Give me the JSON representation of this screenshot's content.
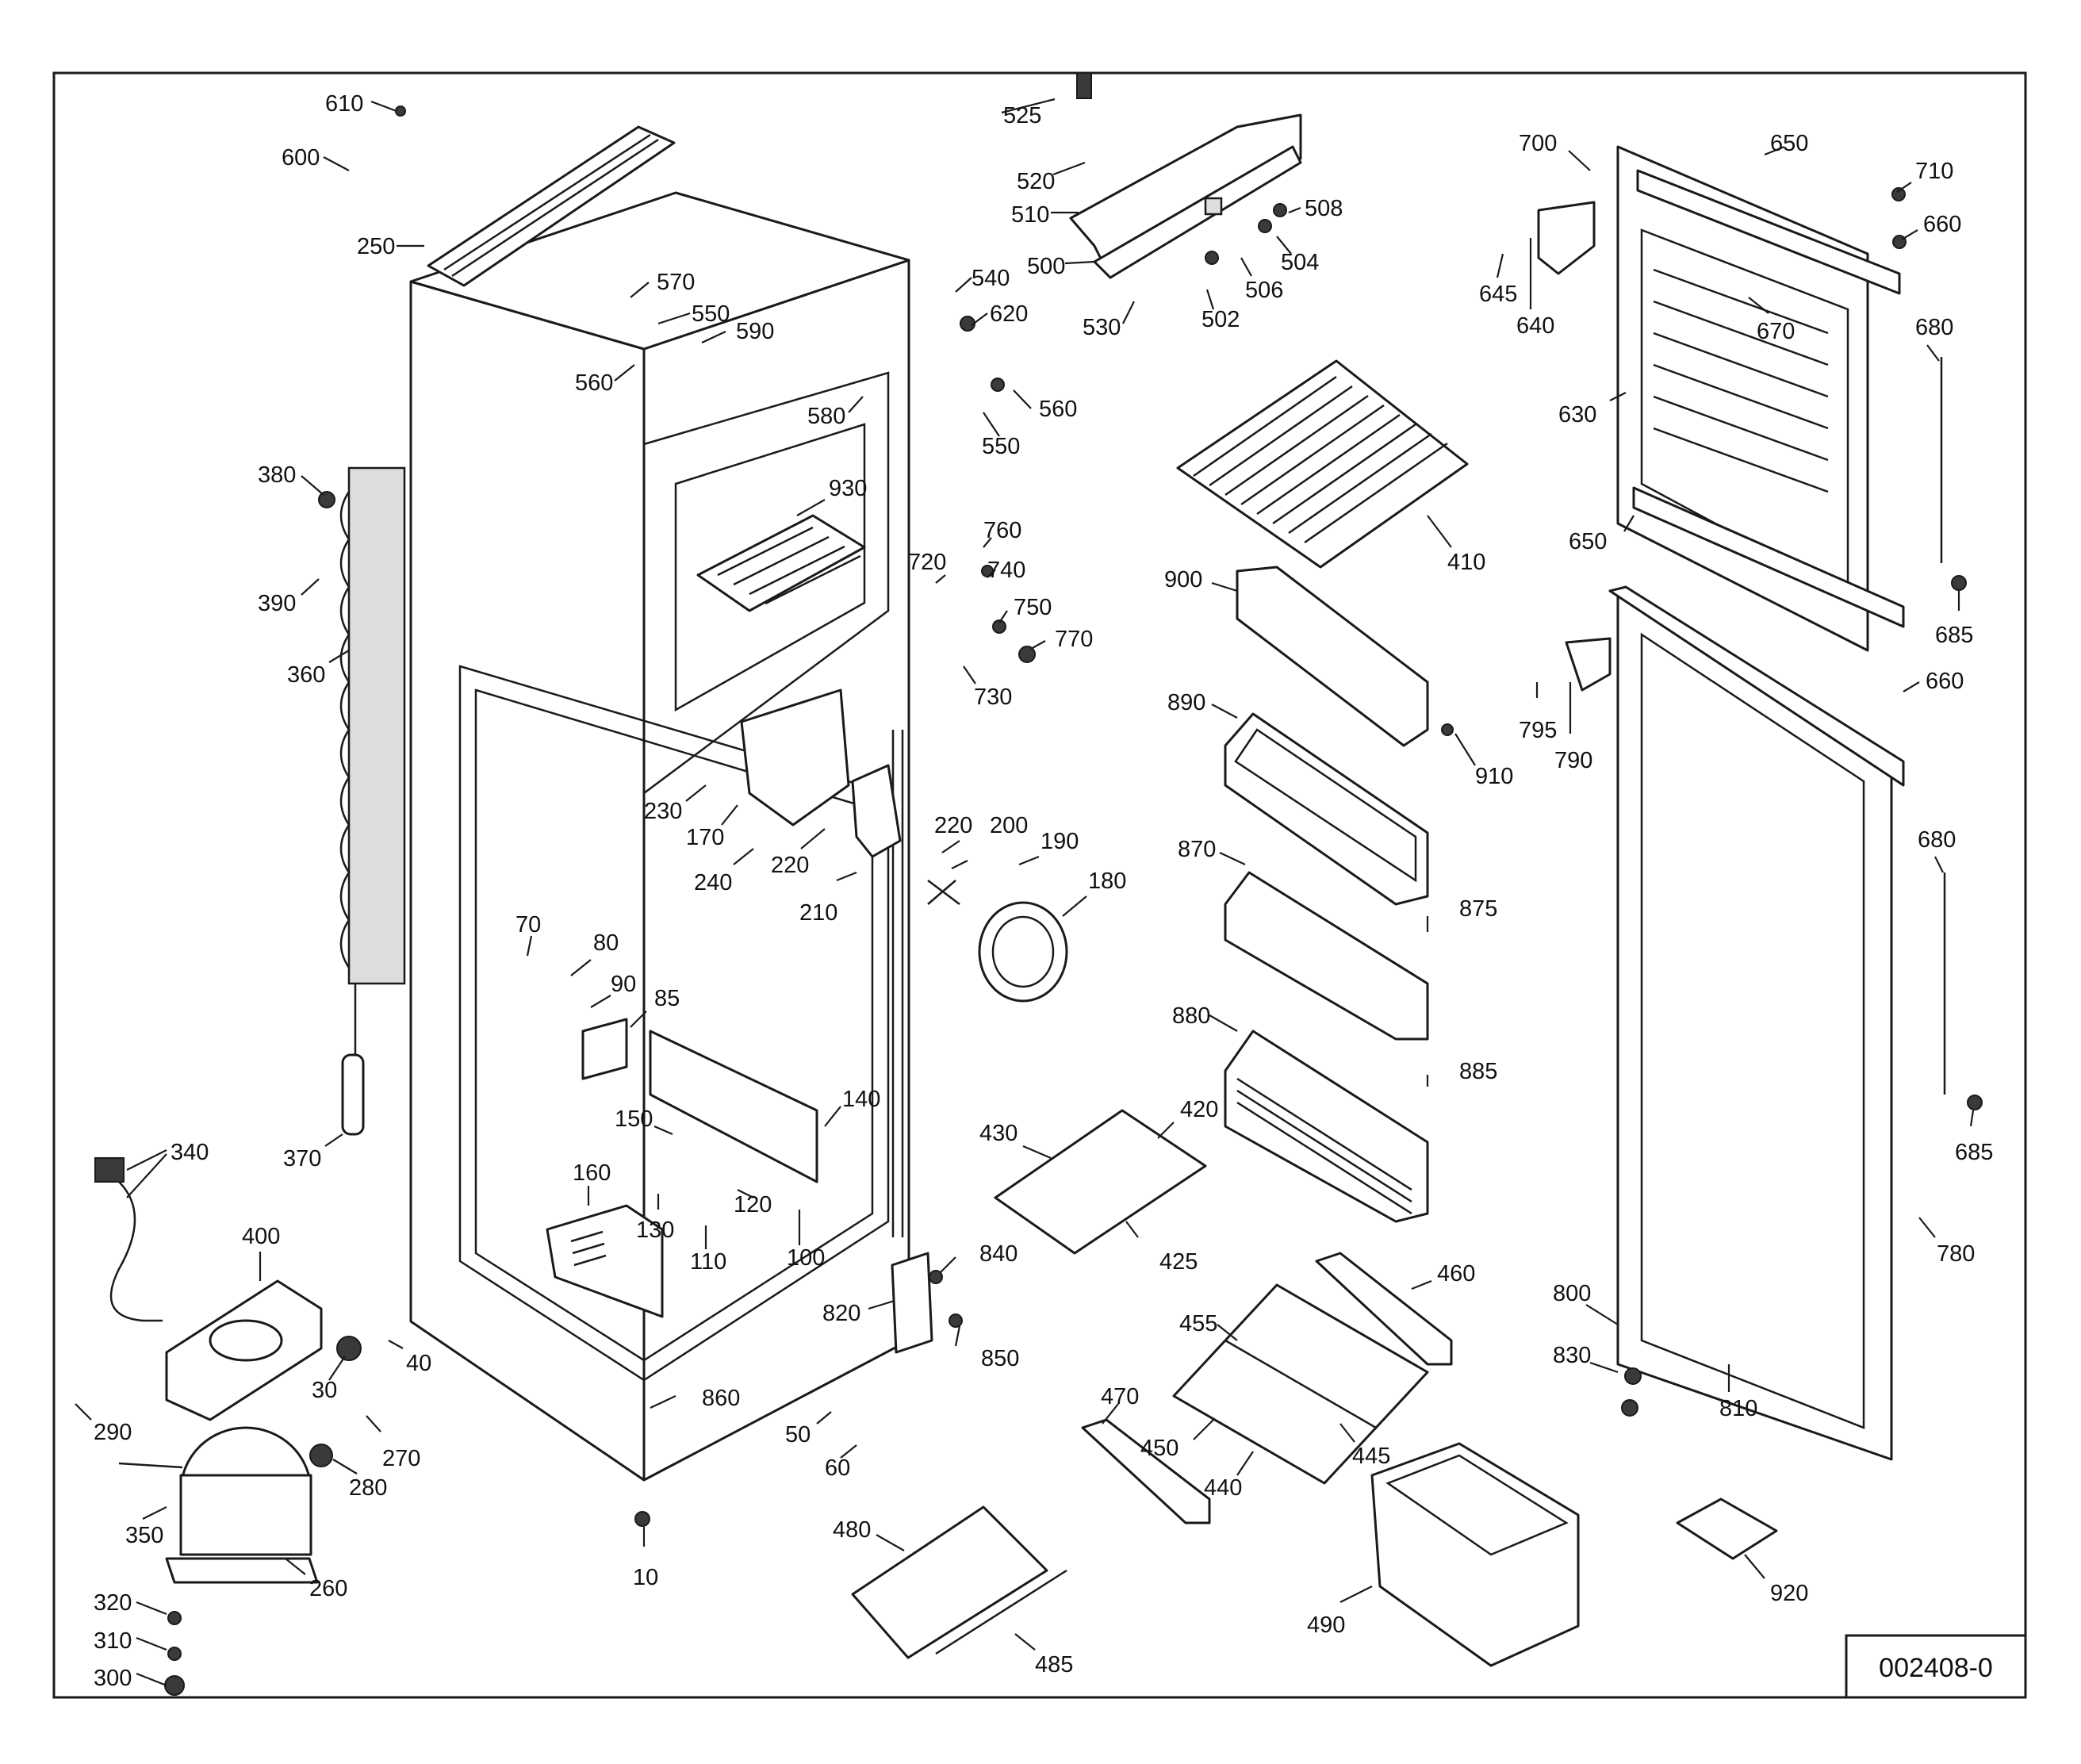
{
  "diagram_code": "002408-0",
  "part_labels": [
    {
      "id": "p610",
      "text": "610"
    },
    {
      "id": "p600",
      "text": "600"
    },
    {
      "id": "p250",
      "text": "250"
    },
    {
      "id": "p570",
      "text": "570"
    },
    {
      "id": "p550a",
      "text": "550"
    },
    {
      "id": "p590",
      "text": "590"
    },
    {
      "id": "p560a",
      "text": "560"
    },
    {
      "id": "p580",
      "text": "580"
    },
    {
      "id": "p540",
      "text": "540"
    },
    {
      "id": "p620",
      "text": "620"
    },
    {
      "id": "p560b",
      "text": "560"
    },
    {
      "id": "p550b",
      "text": "550"
    },
    {
      "id": "p525",
      "text": "525"
    },
    {
      "id": "p520",
      "text": "520"
    },
    {
      "id": "p510",
      "text": "510"
    },
    {
      "id": "p500",
      "text": "500"
    },
    {
      "id": "p508",
      "text": "508"
    },
    {
      "id": "p504",
      "text": "504"
    },
    {
      "id": "p506",
      "text": "506"
    },
    {
      "id": "p530",
      "text": "530"
    },
    {
      "id": "p502",
      "text": "502"
    },
    {
      "id": "p700",
      "text": "700"
    },
    {
      "id": "p650a",
      "text": "650"
    },
    {
      "id": "p710",
      "text": "710"
    },
    {
      "id": "p660a",
      "text": "660"
    },
    {
      "id": "p645",
      "text": "645"
    },
    {
      "id": "p640",
      "text": "640"
    },
    {
      "id": "p670",
      "text": "670"
    },
    {
      "id": "p680a",
      "text": "680"
    },
    {
      "id": "p630",
      "text": "630"
    },
    {
      "id": "p650b",
      "text": "650"
    },
    {
      "id": "p685a",
      "text": "685"
    },
    {
      "id": "p660b",
      "text": "660"
    },
    {
      "id": "p795",
      "text": "795"
    },
    {
      "id": "p790",
      "text": "790"
    },
    {
      "id": "p680b",
      "text": "680"
    },
    {
      "id": "p685b",
      "text": "685"
    },
    {
      "id": "p780",
      "text": "780"
    },
    {
      "id": "p800",
      "text": "800"
    },
    {
      "id": "p830",
      "text": "830"
    },
    {
      "id": "p810",
      "text": "810"
    },
    {
      "id": "p920",
      "text": "920"
    },
    {
      "id": "p410",
      "text": "410"
    },
    {
      "id": "p900",
      "text": "900"
    },
    {
      "id": "p910",
      "text": "910"
    },
    {
      "id": "p890",
      "text": "890"
    },
    {
      "id": "p870",
      "text": "870"
    },
    {
      "id": "p875",
      "text": "875"
    },
    {
      "id": "p880",
      "text": "880"
    },
    {
      "id": "p885",
      "text": "885"
    },
    {
      "id": "p430",
      "text": "430"
    },
    {
      "id": "p420",
      "text": "420"
    },
    {
      "id": "p425",
      "text": "425"
    },
    {
      "id": "p460",
      "text": "460"
    },
    {
      "id": "p455",
      "text": "455"
    },
    {
      "id": "p470",
      "text": "470"
    },
    {
      "id": "p450",
      "text": "450"
    },
    {
      "id": "p445",
      "text": "445"
    },
    {
      "id": "p440",
      "text": "440"
    },
    {
      "id": "p490",
      "text": "490"
    },
    {
      "id": "p480",
      "text": "480"
    },
    {
      "id": "p485",
      "text": "485"
    },
    {
      "id": "p380",
      "text": "380"
    },
    {
      "id": "p390",
      "text": "390"
    },
    {
      "id": "p360",
      "text": "360"
    },
    {
      "id": "p370",
      "text": "370"
    },
    {
      "id": "p340",
      "text": "340"
    },
    {
      "id": "p400",
      "text": "400"
    },
    {
      "id": "p290",
      "text": "290"
    },
    {
      "id": "p350",
      "text": "350"
    },
    {
      "id": "p260",
      "text": "260"
    },
    {
      "id": "p320",
      "text": "320"
    },
    {
      "id": "p310",
      "text": "310"
    },
    {
      "id": "p300",
      "text": "300"
    },
    {
      "id": "p30",
      "text": "30"
    },
    {
      "id": "p40",
      "text": "40"
    },
    {
      "id": "p270",
      "text": "270"
    },
    {
      "id": "p280",
      "text": "280"
    },
    {
      "id": "p10",
      "text": "10"
    },
    {
      "id": "p50",
      "text": "50"
    },
    {
      "id": "p60",
      "text": "60"
    },
    {
      "id": "p860",
      "text": "860"
    },
    {
      "id": "p820",
      "text": "820"
    },
    {
      "id": "p840",
      "text": "840"
    },
    {
      "id": "p850",
      "text": "850"
    },
    {
      "id": "p930",
      "text": "930"
    },
    {
      "id": "p720",
      "text": "720"
    },
    {
      "id": "p760",
      "text": "760"
    },
    {
      "id": "p740",
      "text": "740"
    },
    {
      "id": "p750",
      "text": "750"
    },
    {
      "id": "p770",
      "text": "770"
    },
    {
      "id": "p730",
      "text": "730"
    },
    {
      "id": "p230",
      "text": "230"
    },
    {
      "id": "p170",
      "text": "170"
    },
    {
      "id": "p240",
      "text": "240"
    },
    {
      "id": "p220a",
      "text": "220"
    },
    {
      "id": "p210",
      "text": "210"
    },
    {
      "id": "p220b",
      "text": "220"
    },
    {
      "id": "p200",
      "text": "200"
    },
    {
      "id": "p190",
      "text": "190"
    },
    {
      "id": "p180",
      "text": "180"
    },
    {
      "id": "p70",
      "text": "70"
    },
    {
      "id": "p80",
      "text": "80"
    },
    {
      "id": "p90",
      "text": "90"
    },
    {
      "id": "p85",
      "text": "85"
    },
    {
      "id": "p150",
      "text": "150"
    },
    {
      "id": "p140",
      "text": "140"
    },
    {
      "id": "p160",
      "text": "160"
    },
    {
      "id": "p130",
      "text": "130"
    },
    {
      "id": "p120",
      "text": "120"
    },
    {
      "id": "p110",
      "text": "110"
    },
    {
      "id": "p100",
      "text": "100"
    }
  ]
}
